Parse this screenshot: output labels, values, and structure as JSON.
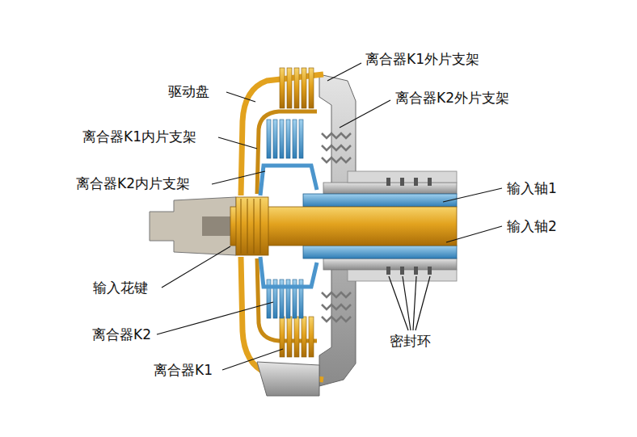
{
  "diagram": {
    "labels": [
      "离合器K1外片支架",
      "驱动盘",
      "离合器K2外片支架",
      "离合器K1内片支架",
      "离合器K2内片支架",
      "输入轴1",
      "输入轴2",
      "输入花键",
      "离合器K2",
      "密封环",
      "离合器K1"
    ]
  }
}
